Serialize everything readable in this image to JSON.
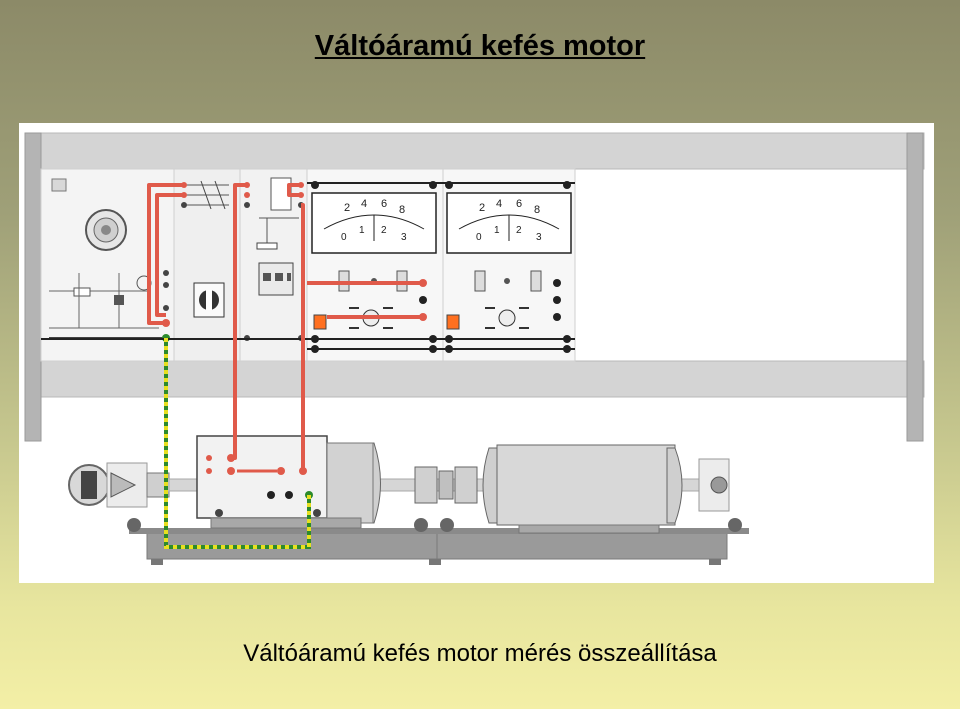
{
  "slide": {
    "title": "Váltóáramú kefés motor",
    "caption": "Váltóáramú kefés motor mérés összeállítása"
  },
  "meters": [
    {
      "name": "meter-1",
      "scale_top": [
        "2",
        "4",
        "6",
        "8"
      ],
      "scale_bottom": [
        "0",
        "1",
        "2",
        "3"
      ]
    },
    {
      "name": "meter-2",
      "scale_top": [
        "2",
        "4",
        "6",
        "8"
      ],
      "scale_bottom": [
        "0",
        "1",
        "2",
        "3"
      ]
    }
  ],
  "colors": {
    "wire_red": "#e05a4a",
    "wire_earth_green": "#2c8a2c",
    "wire_earth_yellow": "#e8e020",
    "panel_gray": "#c8c8c8",
    "frame_gray": "#d0d0d0",
    "motor_gray": "#b0b0b0",
    "fuse_orange": "#ff7020"
  }
}
